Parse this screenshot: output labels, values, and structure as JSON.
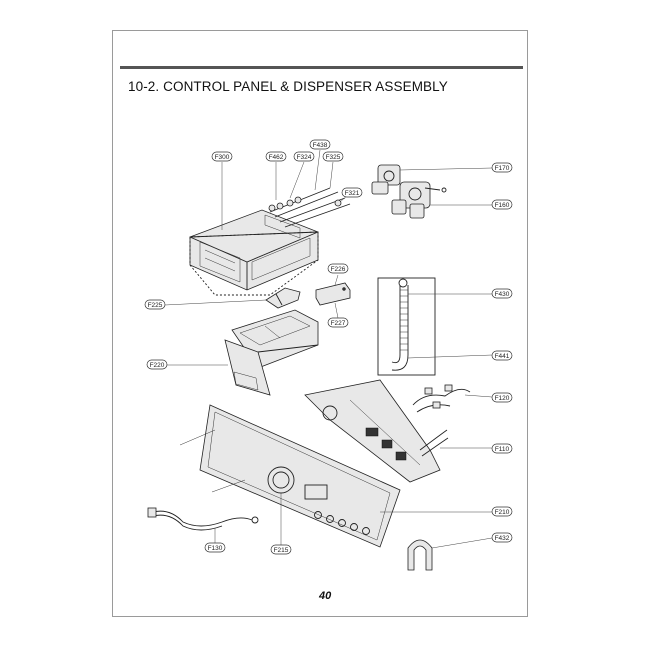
{
  "section": {
    "title": "10-2.  CONTROL PANEL & DISPENSER ASSEMBLY"
  },
  "footer": {
    "page_number": "40"
  },
  "callouts": {
    "F300": "F300",
    "F462": "F462",
    "F324": "F324",
    "F438": "F438",
    "F325": "F325",
    "F321": "F321",
    "F170": "F170",
    "F160": "F160",
    "F226": "F226",
    "F225": "F225",
    "F227": "F227",
    "F430": "F430",
    "F220": "F220",
    "F441": "F441",
    "F120": "F120",
    "F110": "F110",
    "F210": "F210",
    "F130": "F130",
    "F215": "F215",
    "F432": "F432"
  }
}
